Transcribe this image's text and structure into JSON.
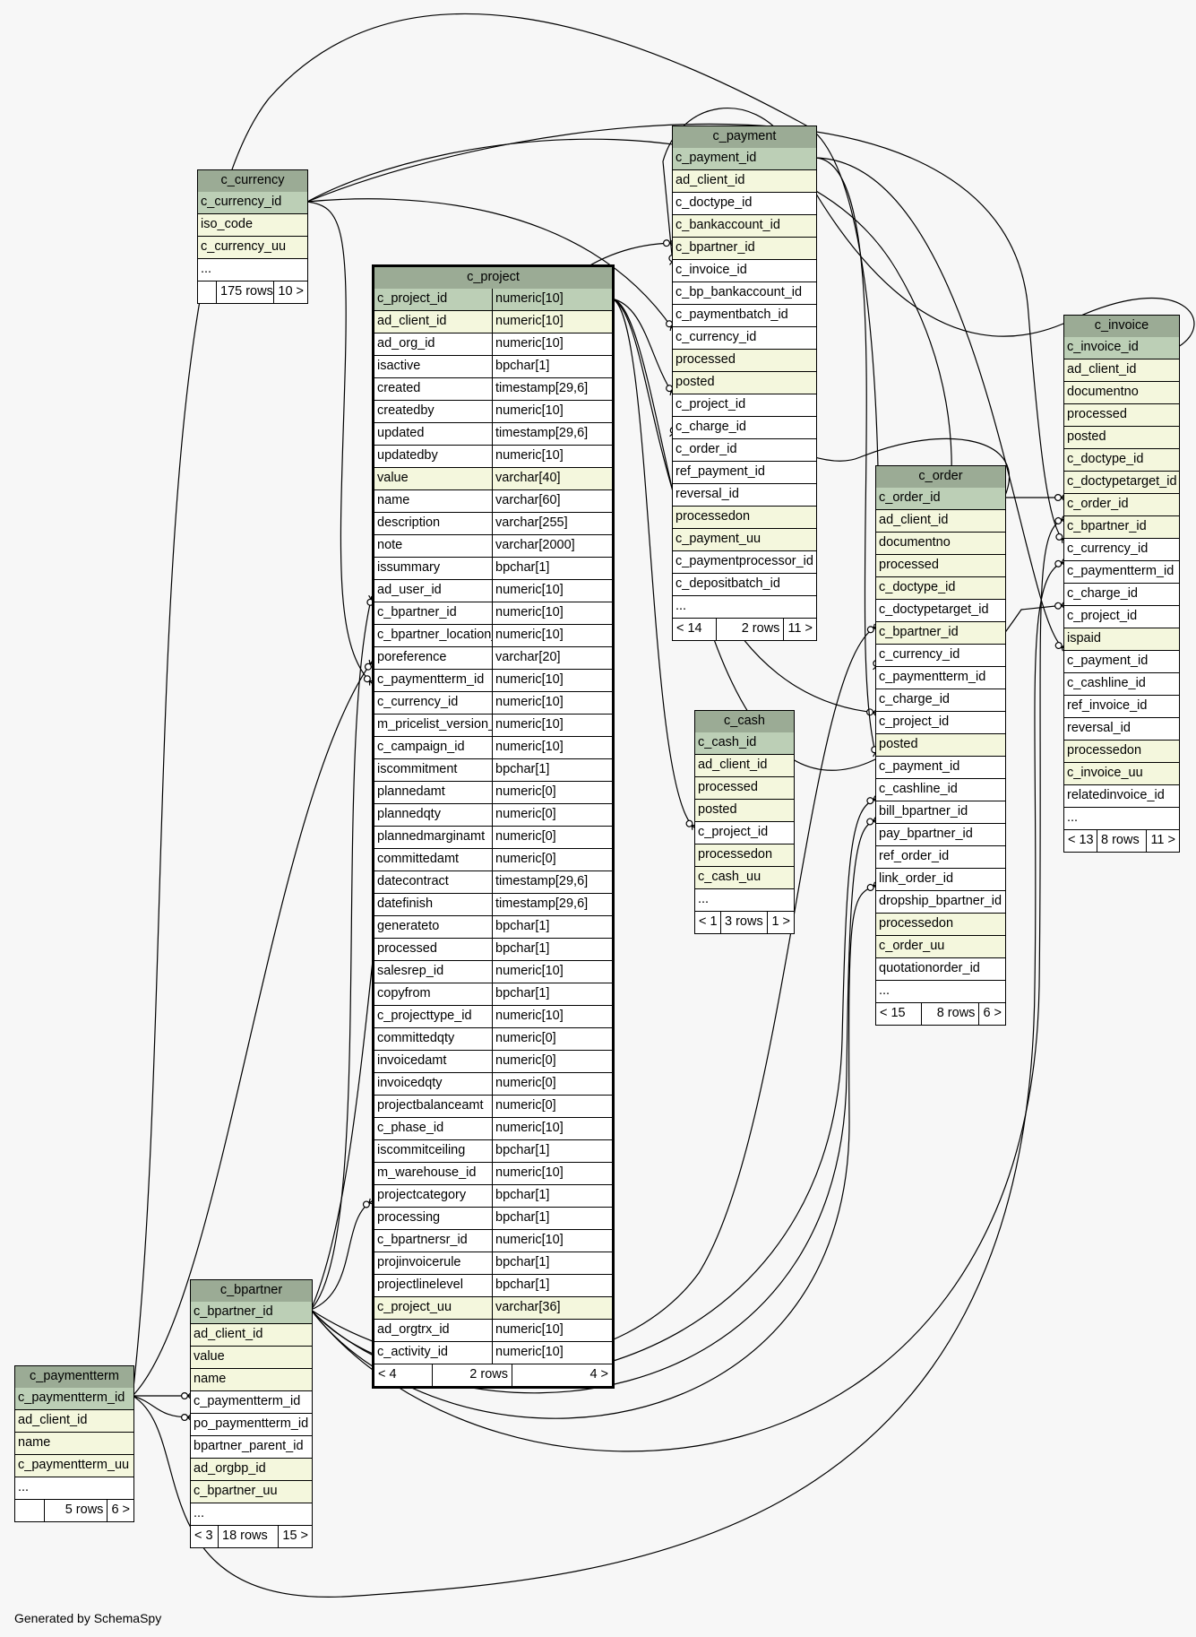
{
  "footer_text": "Generated by SchemaSpy",
  "tables": {
    "c_currency": {
      "name": "c_currency",
      "columns": [
        {
          "name": "c_currency_id",
          "kind": "pk"
        },
        {
          "name": "iso_code",
          "kind": "idx"
        },
        {
          "name": "c_currency_uu",
          "kind": "idx"
        },
        {
          "name": "...",
          "kind": "plain"
        }
      ],
      "footer": [
        "",
        "175 rows",
        "10 >"
      ]
    },
    "c_project": {
      "name": "c_project",
      "columns": [
        {
          "name": "c_project_id",
          "type": "numeric[10]",
          "kind": "pk"
        },
        {
          "name": "ad_client_id",
          "type": "numeric[10]",
          "kind": "idx"
        },
        {
          "name": "ad_org_id",
          "type": "numeric[10]",
          "kind": "plain"
        },
        {
          "name": "isactive",
          "type": "bpchar[1]",
          "kind": "plain"
        },
        {
          "name": "created",
          "type": "timestamp[29,6]",
          "kind": "plain"
        },
        {
          "name": "createdby",
          "type": "numeric[10]",
          "kind": "plain"
        },
        {
          "name": "updated",
          "type": "timestamp[29,6]",
          "kind": "plain"
        },
        {
          "name": "updatedby",
          "type": "numeric[10]",
          "kind": "plain"
        },
        {
          "name": "value",
          "type": "varchar[40]",
          "kind": "idx"
        },
        {
          "name": "name",
          "type": "varchar[60]",
          "kind": "plain"
        },
        {
          "name": "description",
          "type": "varchar[255]",
          "kind": "plain"
        },
        {
          "name": "note",
          "type": "varchar[2000]",
          "kind": "plain"
        },
        {
          "name": "issummary",
          "type": "bpchar[1]",
          "kind": "plain"
        },
        {
          "name": "ad_user_id",
          "type": "numeric[10]",
          "kind": "plain"
        },
        {
          "name": "c_bpartner_id",
          "type": "numeric[10]",
          "kind": "plain"
        },
        {
          "name": "c_bpartner_location_id",
          "type": "numeric[10]",
          "kind": "plain"
        },
        {
          "name": "poreference",
          "type": "varchar[20]",
          "kind": "plain"
        },
        {
          "name": "c_paymentterm_id",
          "type": "numeric[10]",
          "kind": "plain"
        },
        {
          "name": "c_currency_id",
          "type": "numeric[10]",
          "kind": "plain"
        },
        {
          "name": "m_pricelist_version_id",
          "type": "numeric[10]",
          "kind": "plain"
        },
        {
          "name": "c_campaign_id",
          "type": "numeric[10]",
          "kind": "plain"
        },
        {
          "name": "iscommitment",
          "type": "bpchar[1]",
          "kind": "plain"
        },
        {
          "name": "plannedamt",
          "type": "numeric[0]",
          "kind": "plain"
        },
        {
          "name": "plannedqty",
          "type": "numeric[0]",
          "kind": "plain"
        },
        {
          "name": "plannedmarginamt",
          "type": "numeric[0]",
          "kind": "plain"
        },
        {
          "name": "committedamt",
          "type": "numeric[0]",
          "kind": "plain"
        },
        {
          "name": "datecontract",
          "type": "timestamp[29,6]",
          "kind": "plain"
        },
        {
          "name": "datefinish",
          "type": "timestamp[29,6]",
          "kind": "plain"
        },
        {
          "name": "generateto",
          "type": "bpchar[1]",
          "kind": "plain"
        },
        {
          "name": "processed",
          "type": "bpchar[1]",
          "kind": "plain"
        },
        {
          "name": "salesrep_id",
          "type": "numeric[10]",
          "kind": "plain"
        },
        {
          "name": "copyfrom",
          "type": "bpchar[1]",
          "kind": "plain"
        },
        {
          "name": "c_projecttype_id",
          "type": "numeric[10]",
          "kind": "plain"
        },
        {
          "name": "committedqty",
          "type": "numeric[0]",
          "kind": "plain"
        },
        {
          "name": "invoicedamt",
          "type": "numeric[0]",
          "kind": "plain"
        },
        {
          "name": "invoicedqty",
          "type": "numeric[0]",
          "kind": "plain"
        },
        {
          "name": "projectbalanceamt",
          "type": "numeric[0]",
          "kind": "plain"
        },
        {
          "name": "c_phase_id",
          "type": "numeric[10]",
          "kind": "plain"
        },
        {
          "name": "iscommitceiling",
          "type": "bpchar[1]",
          "kind": "plain"
        },
        {
          "name": "m_warehouse_id",
          "type": "numeric[10]",
          "kind": "plain"
        },
        {
          "name": "projectcategory",
          "type": "bpchar[1]",
          "kind": "plain"
        },
        {
          "name": "processing",
          "type": "bpchar[1]",
          "kind": "plain"
        },
        {
          "name": "c_bpartnersr_id",
          "type": "numeric[10]",
          "kind": "plain"
        },
        {
          "name": "projinvoicerule",
          "type": "bpchar[1]",
          "kind": "plain"
        },
        {
          "name": "projectlinelevel",
          "type": "bpchar[1]",
          "kind": "plain"
        },
        {
          "name": "c_project_uu",
          "type": "varchar[36]",
          "kind": "idx"
        },
        {
          "name": "ad_orgtrx_id",
          "type": "numeric[10]",
          "kind": "plain"
        },
        {
          "name": "c_activity_id",
          "type": "numeric[10]",
          "kind": "plain"
        }
      ],
      "footer": [
        "< 4",
        "2 rows",
        "4 >"
      ]
    },
    "c_payment": {
      "name": "c_payment",
      "columns": [
        {
          "name": "c_payment_id",
          "kind": "pk"
        },
        {
          "name": "ad_client_id",
          "kind": "idx"
        },
        {
          "name": "c_doctype_id",
          "kind": "plain"
        },
        {
          "name": "c_bankaccount_id",
          "kind": "idx"
        },
        {
          "name": "c_bpartner_id",
          "kind": "idx"
        },
        {
          "name": "c_invoice_id",
          "kind": "plain"
        },
        {
          "name": "c_bp_bankaccount_id",
          "kind": "plain"
        },
        {
          "name": "c_paymentbatch_id",
          "kind": "plain"
        },
        {
          "name": "c_currency_id",
          "kind": "plain"
        },
        {
          "name": "processed",
          "kind": "idx"
        },
        {
          "name": "posted",
          "kind": "idx"
        },
        {
          "name": "c_project_id",
          "kind": "plain"
        },
        {
          "name": "c_charge_id",
          "kind": "plain"
        },
        {
          "name": "c_order_id",
          "kind": "plain"
        },
        {
          "name": "ref_payment_id",
          "kind": "plain"
        },
        {
          "name": "reversal_id",
          "kind": "plain"
        },
        {
          "name": "processedon",
          "kind": "idx"
        },
        {
          "name": "c_payment_uu",
          "kind": "idx"
        },
        {
          "name": "c_paymentprocessor_id",
          "kind": "plain"
        },
        {
          "name": "c_depositbatch_id",
          "kind": "plain"
        },
        {
          "name": "...",
          "kind": "plain"
        }
      ],
      "footer": [
        "< 14",
        "2 rows",
        "11 >"
      ]
    },
    "c_invoice": {
      "name": "c_invoice",
      "columns": [
        {
          "name": "c_invoice_id",
          "kind": "pk"
        },
        {
          "name": "ad_client_id",
          "kind": "idx"
        },
        {
          "name": "documentno",
          "kind": "idx"
        },
        {
          "name": "processed",
          "kind": "idx"
        },
        {
          "name": "posted",
          "kind": "idx"
        },
        {
          "name": "c_doctype_id",
          "kind": "idx"
        },
        {
          "name": "c_doctypetarget_id",
          "kind": "idx"
        },
        {
          "name": "c_order_id",
          "kind": "idx"
        },
        {
          "name": "c_bpartner_id",
          "kind": "idx"
        },
        {
          "name": "c_currency_id",
          "kind": "plain"
        },
        {
          "name": "c_paymentterm_id",
          "kind": "plain"
        },
        {
          "name": "c_charge_id",
          "kind": "plain"
        },
        {
          "name": "c_project_id",
          "kind": "plain"
        },
        {
          "name": "ispaid",
          "kind": "idx"
        },
        {
          "name": "c_payment_id",
          "kind": "plain"
        },
        {
          "name": "c_cashline_id",
          "kind": "plain"
        },
        {
          "name": "ref_invoice_id",
          "kind": "plain"
        },
        {
          "name": "reversal_id",
          "kind": "plain"
        },
        {
          "name": "processedon",
          "kind": "idx"
        },
        {
          "name": "c_invoice_uu",
          "kind": "idx"
        },
        {
          "name": "relatedinvoice_id",
          "kind": "plain"
        },
        {
          "name": "...",
          "kind": "plain"
        }
      ],
      "footer": [
        "< 13",
        "8 rows",
        "11 >"
      ]
    },
    "c_order": {
      "name": "c_order",
      "columns": [
        {
          "name": "c_order_id",
          "kind": "pk"
        },
        {
          "name": "ad_client_id",
          "kind": "idx"
        },
        {
          "name": "documentno",
          "kind": "idx"
        },
        {
          "name": "processed",
          "kind": "idx"
        },
        {
          "name": "c_doctype_id",
          "kind": "idx"
        },
        {
          "name": "c_doctypetarget_id",
          "kind": "plain"
        },
        {
          "name": "c_bpartner_id",
          "kind": "idx"
        },
        {
          "name": "c_currency_id",
          "kind": "plain"
        },
        {
          "name": "c_paymentterm_id",
          "kind": "plain"
        },
        {
          "name": "c_charge_id",
          "kind": "plain"
        },
        {
          "name": "c_project_id",
          "kind": "plain"
        },
        {
          "name": "posted",
          "kind": "idx"
        },
        {
          "name": "c_payment_id",
          "kind": "plain"
        },
        {
          "name": "c_cashline_id",
          "kind": "plain"
        },
        {
          "name": "bill_bpartner_id",
          "kind": "plain"
        },
        {
          "name": "pay_bpartner_id",
          "kind": "plain"
        },
        {
          "name": "ref_order_id",
          "kind": "plain"
        },
        {
          "name": "link_order_id",
          "kind": "plain"
        },
        {
          "name": "dropship_bpartner_id",
          "kind": "plain"
        },
        {
          "name": "processedon",
          "kind": "idx"
        },
        {
          "name": "c_order_uu",
          "kind": "idx"
        },
        {
          "name": "quotationorder_id",
          "kind": "plain"
        },
        {
          "name": "...",
          "kind": "plain"
        }
      ],
      "footer": [
        "< 15",
        "8 rows",
        "6 >"
      ]
    },
    "c_cash": {
      "name": "c_cash",
      "columns": [
        {
          "name": "c_cash_id",
          "kind": "pk"
        },
        {
          "name": "ad_client_id",
          "kind": "idx"
        },
        {
          "name": "processed",
          "kind": "idx"
        },
        {
          "name": "posted",
          "kind": "idx"
        },
        {
          "name": "c_project_id",
          "kind": "plain"
        },
        {
          "name": "processedon",
          "kind": "idx"
        },
        {
          "name": "c_cash_uu",
          "kind": "idx"
        },
        {
          "name": "...",
          "kind": "plain"
        }
      ],
      "footer": [
        "< 1",
        "3 rows",
        "1 >"
      ]
    },
    "c_bpartner": {
      "name": "c_bpartner",
      "columns": [
        {
          "name": "c_bpartner_id",
          "kind": "pk"
        },
        {
          "name": "ad_client_id",
          "kind": "idx"
        },
        {
          "name": "value",
          "kind": "idx"
        },
        {
          "name": "name",
          "kind": "idx"
        },
        {
          "name": "c_paymentterm_id",
          "kind": "plain"
        },
        {
          "name": "po_paymentterm_id",
          "kind": "plain"
        },
        {
          "name": "bpartner_parent_id",
          "kind": "plain"
        },
        {
          "name": "ad_orgbp_id",
          "kind": "idx"
        },
        {
          "name": "c_bpartner_uu",
          "kind": "idx"
        },
        {
          "name": "...",
          "kind": "plain"
        }
      ],
      "footer": [
        "< 3",
        "18 rows",
        "15 >"
      ]
    },
    "c_paymentterm": {
      "name": "c_paymentterm",
      "columns": [
        {
          "name": "c_paymentterm_id",
          "kind": "pk"
        },
        {
          "name": "ad_client_id",
          "kind": "idx"
        },
        {
          "name": "name",
          "kind": "idx"
        },
        {
          "name": "c_paymentterm_uu",
          "kind": "idx"
        },
        {
          "name": "...",
          "kind": "plain"
        }
      ],
      "footer": [
        "",
        "5 rows",
        "6 >"
      ]
    }
  }
}
